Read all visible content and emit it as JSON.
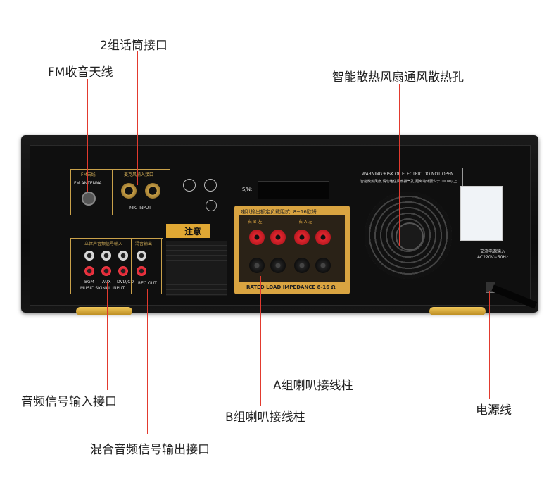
{
  "callouts": {
    "mic_interface": "2组话筒接口",
    "fm_antenna": "FM收音天线",
    "fan_vent": "智能散热风扇通风散热孔",
    "audio_input": "音频信号输入接口",
    "speaker_a": "A组喇叭接线柱",
    "speaker_b": "B组喇叭接线柱",
    "mixed_output": "混合音频信号输出接口",
    "power_cord": "电源线"
  },
  "panel": {
    "fm_label_cn": "FM天线",
    "fm_label_en": "FM ANTENNA",
    "mic_label_cn": "麦克风输入接口",
    "mic_label_en": "MIC INPUT",
    "sn_label": "S/N:",
    "warning_en": "WARNING:RISK OF ELECTRIC DO NOT OPEN",
    "warning_cn": "智能散热风扇,请勿堵住风扇排气孔,距离墙体要少于10CM以上",
    "notice_title": "注意",
    "speaker_header": "喇叭输出额定负载阻抗: 8~16欧姆",
    "speaker_b_group": "右-B-左",
    "speaker_a_group": "右-A-左",
    "rated_load": "RATED LOAD IMPEDANCE 8-16 Ω",
    "input_cn": "立体声音频信号输入",
    "bgm": "BGM",
    "aux": "AUX",
    "dvd": "DVD/CD",
    "music_input": "MUSIC SIGNAL INPUT",
    "rec_out_cn": "混音输出",
    "rec_out": "REC OUT",
    "power_cn": "交流电源输入",
    "power_spec": "AC220V~50Hz"
  },
  "colors": {
    "leader": "#e23a2e",
    "panel_gold": "#c9a14a",
    "amp_body": "#111111"
  }
}
